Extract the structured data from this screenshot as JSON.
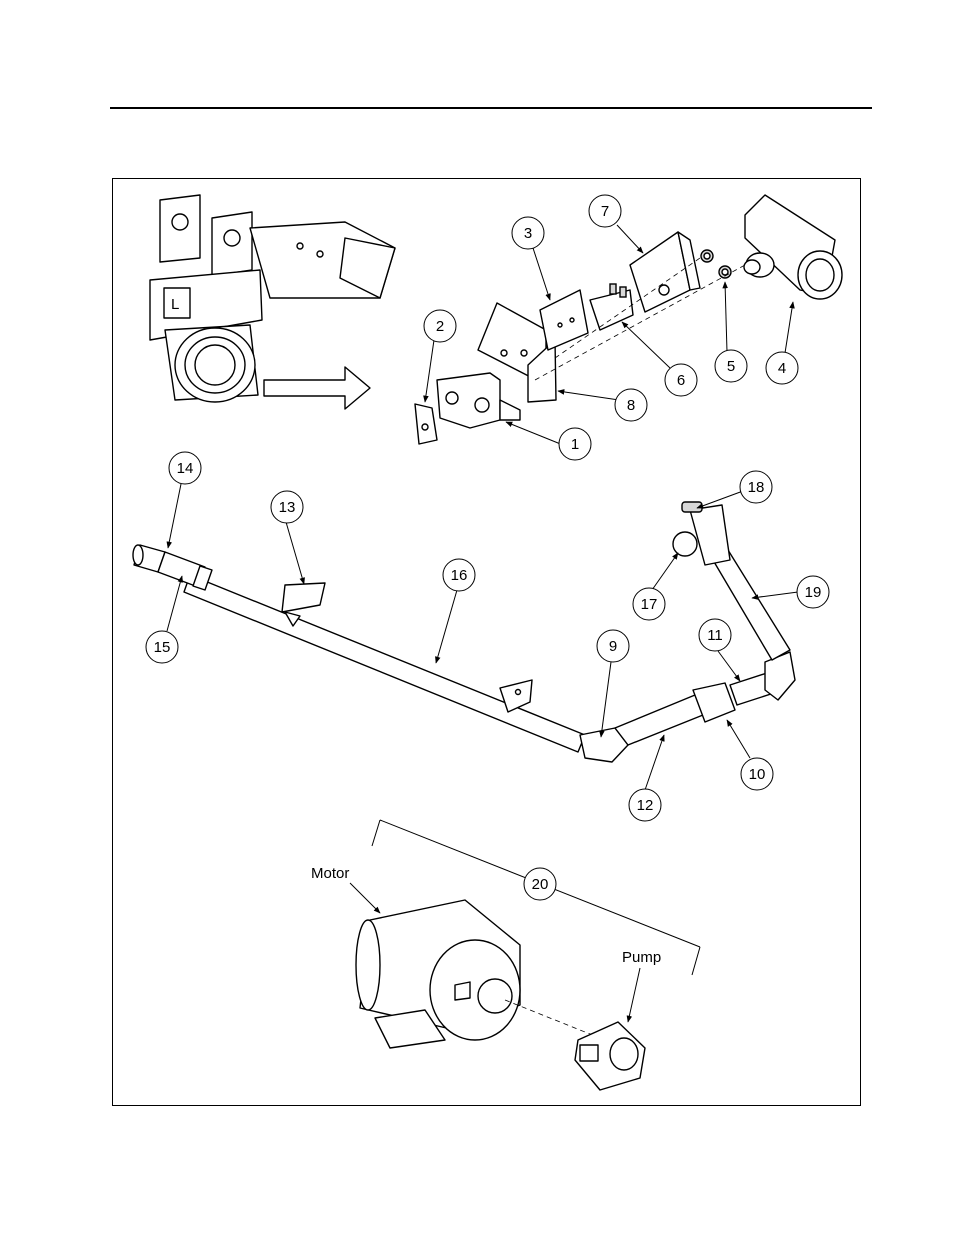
{
  "callouts": {
    "c1": "1",
    "c2": "2",
    "c3": "3",
    "c4": "4",
    "c5": "5",
    "c6": "6",
    "c7": "7",
    "c8": "8",
    "c9": "9",
    "c10": "10",
    "c11": "11",
    "c12": "12",
    "c13": "13",
    "c14": "14",
    "c15": "15",
    "c16": "16",
    "c17": "17",
    "c18": "18",
    "c19": "19",
    "c20": "20"
  },
  "labels": {
    "motor": "Motor",
    "pump": "Pump",
    "valve_letter": "L"
  }
}
